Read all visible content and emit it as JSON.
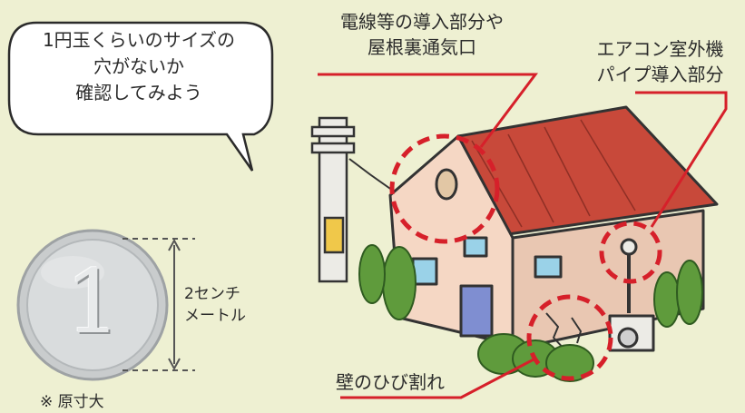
{
  "speech_bubble": {
    "lines": [
      "1円玉くらいのサイズの",
      "穴がないか",
      "確認してみよう"
    ]
  },
  "callouts": {
    "wiring": [
      "電線等の導入部分や",
      "屋根裏通気口"
    ],
    "aircon": [
      "エアコン室外機",
      "パイプ導入部分"
    ],
    "wall": "壁のひび割れ"
  },
  "coin": {
    "numeral": "1",
    "size_label": [
      "2センチ",
      "メートル"
    ]
  },
  "note": "※ 原寸大",
  "colors": {
    "background": "#eef0d2",
    "accent_red": "#d6202a",
    "roof": "#c8493a",
    "wall": "#f5d7c4"
  }
}
